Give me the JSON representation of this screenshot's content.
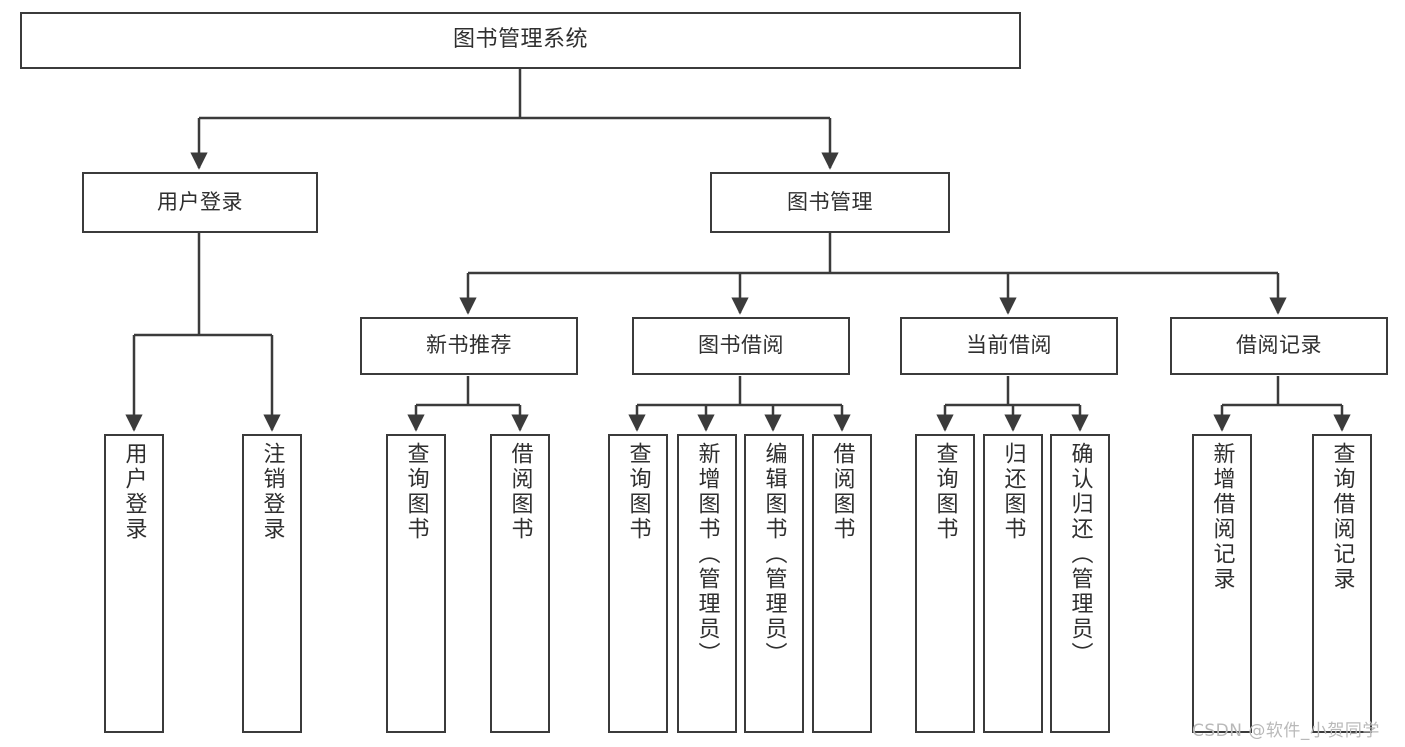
{
  "diagram": {
    "title": "图书管理系统",
    "type": "tree-hierarchy-chart",
    "watermark": "CSDN @软件_小贺同学",
    "colors": {
      "stroke": "#3b3b3b",
      "text": "#2f2f2f",
      "background": "#ffffff",
      "watermark": "#b9b9b9"
    },
    "nodes": {
      "root": "图书管理系统",
      "level1": [
        "用户登录",
        "图书管理"
      ],
      "level2": [
        "新书推荐",
        "图书借阅",
        "当前借阅",
        "借阅记录"
      ],
      "leaves": {
        "user_login": [
          "用户登录",
          "注销登录"
        ],
        "new_book_recommend": [
          "查询图书",
          "借阅图书"
        ],
        "book_borrow": [
          "查询图书",
          "新增图书（管理员）",
          "编辑图书（管理员）",
          "借阅图书"
        ],
        "current_borrow": [
          "查询图书",
          "归还图书",
          "确认归还（管理员）"
        ],
        "borrow_record": [
          "新增借阅记录",
          "查询借阅记录"
        ]
      }
    }
  }
}
